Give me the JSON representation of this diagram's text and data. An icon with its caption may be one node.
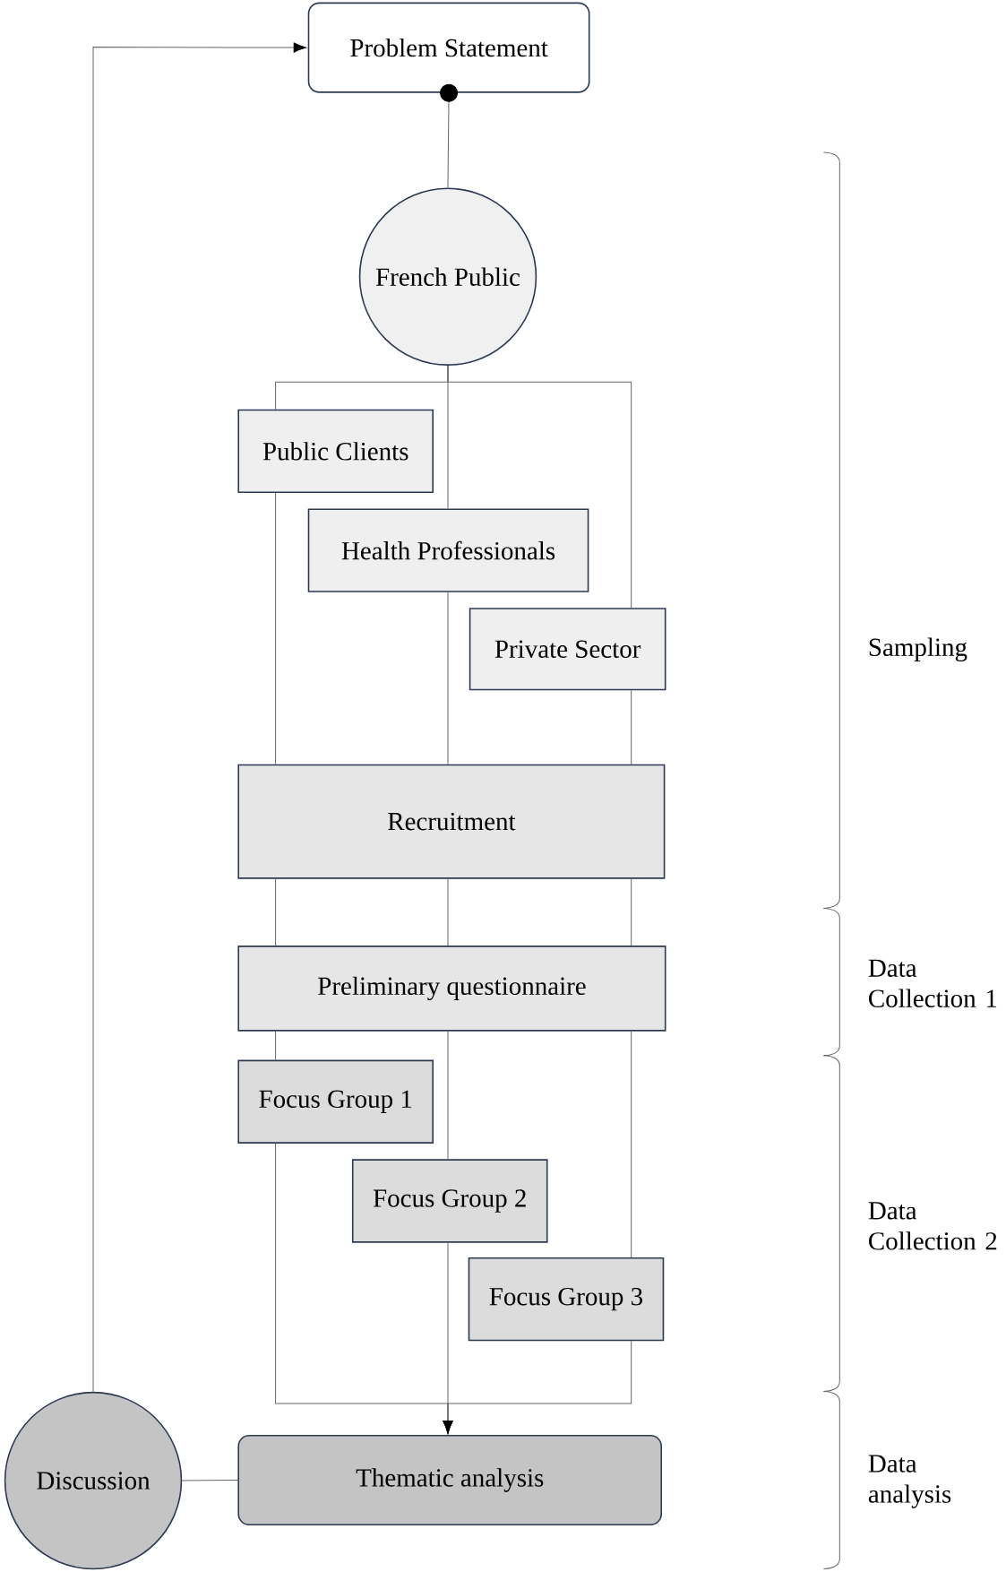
{
  "diagram": {
    "nodes": [
      {
        "text": [
          "Problem Statement"
        ]
      },
      {
        "text": [
          "French Public"
        ]
      },
      {
        "text": [
          "Public Clients"
        ]
      },
      {
        "text": [
          "Health Professionals"
        ]
      },
      {
        "text": [
          "Private Sector"
        ]
      },
      {
        "text": [
          "Recruitment"
        ]
      },
      {
        "text": [
          "Preliminary questionnaire"
        ]
      },
      {
        "text": [
          "Focus Group 1"
        ]
      },
      {
        "text": [
          "Focus Group 2"
        ]
      },
      {
        "text": [
          "Focus Group 3"
        ]
      },
      {
        "text": [
          "Thematic analysis"
        ]
      },
      {
        "text": [
          "Discussion"
        ]
      }
    ],
    "edges": [
      {
        "from": 0,
        "to": 1,
        "arrow": "other"
      },
      {
        "from": 1,
        "to": 2,
        "arrow": "none"
      },
      {
        "from": 1,
        "to": 3,
        "arrow": "none"
      },
      {
        "from": 1,
        "to": 4,
        "arrow": "none"
      },
      {
        "from": 2,
        "to": 5,
        "arrow": "none"
      },
      {
        "from": 3,
        "to": 5,
        "arrow": "none"
      },
      {
        "from": 4,
        "to": 5,
        "arrow": "none"
      },
      {
        "from": 5,
        "to": 6,
        "arrow": "none"
      },
      {
        "from": 6,
        "to": 7,
        "arrow": "none"
      },
      {
        "from": 6,
        "to": 8,
        "arrow": "none"
      },
      {
        "from": 6,
        "to": 9,
        "arrow": "none"
      },
      {
        "from": 7,
        "to": 10,
        "arrow": "to"
      },
      {
        "from": 8,
        "to": 10,
        "arrow": "to"
      },
      {
        "from": 9,
        "to": 10,
        "arrow": "to"
      },
      {
        "from": 10,
        "to": 11,
        "arrow": "none"
      },
      {
        "from": 11,
        "to": 0,
        "arrow": "to"
      }
    ],
    "labels": [
      "Sampling",
      "Data Collection 1",
      "Data Collection 2",
      "Data analysis"
    ]
  }
}
